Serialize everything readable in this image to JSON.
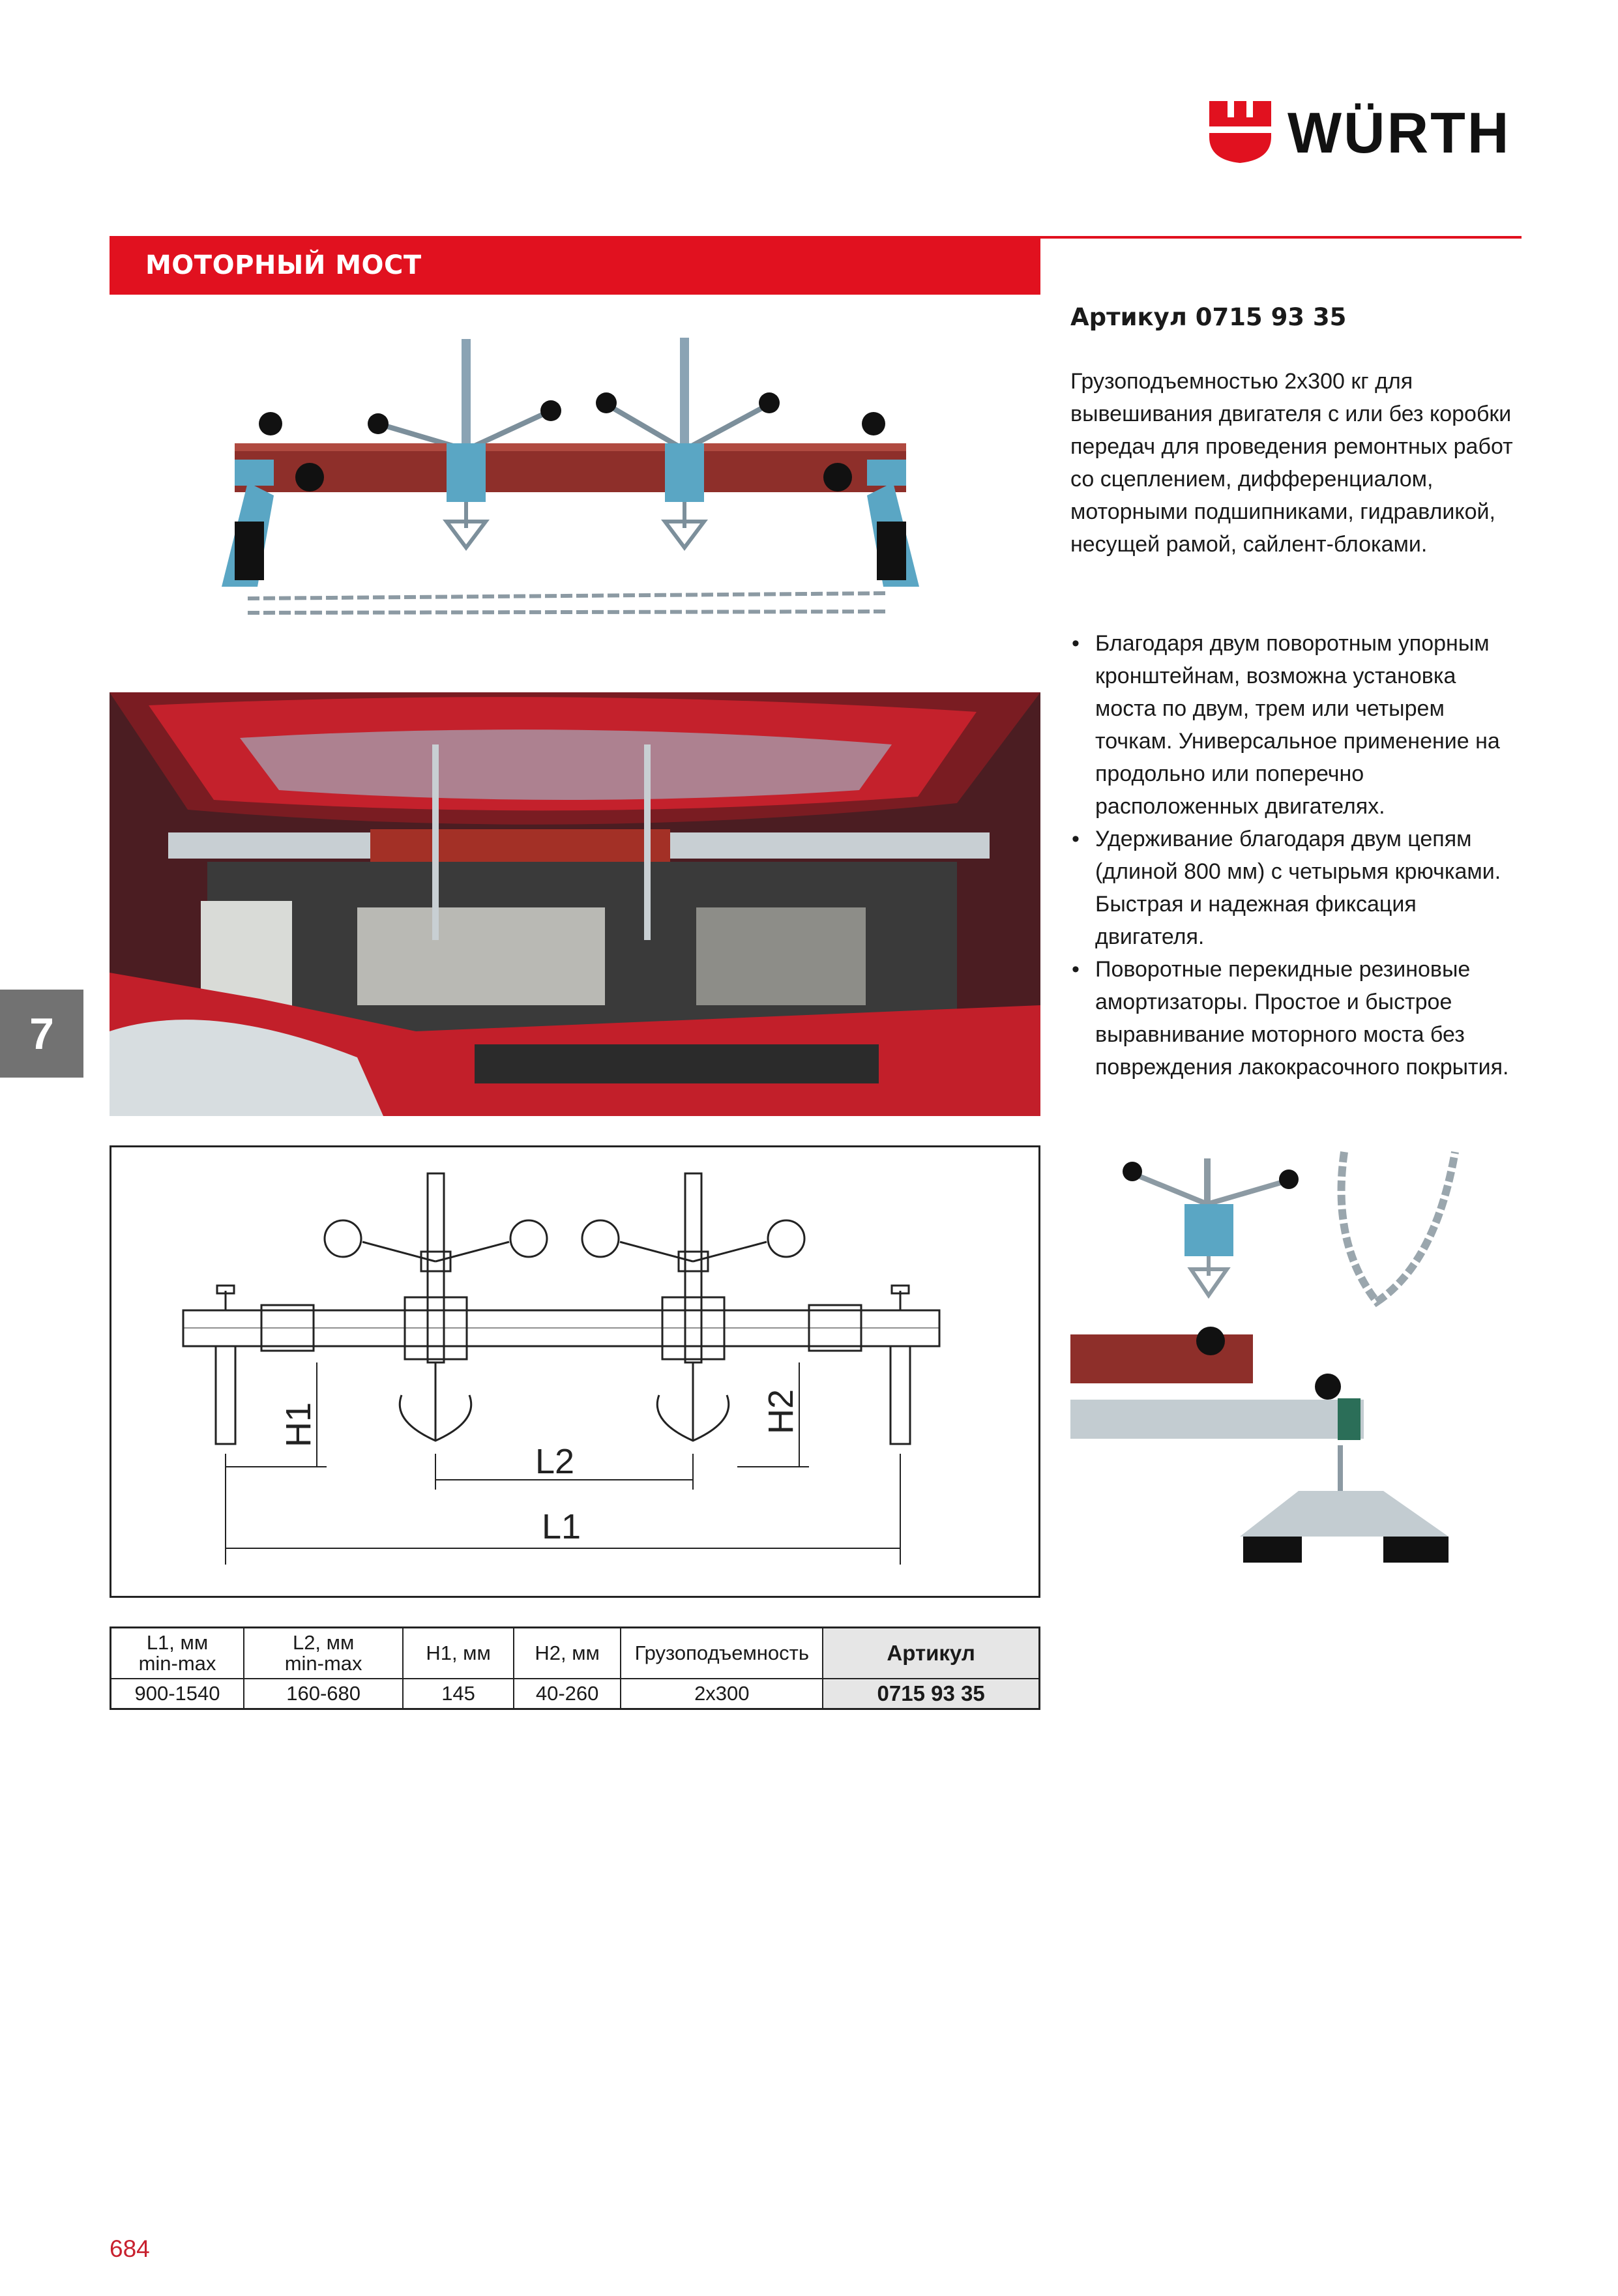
{
  "brand": {
    "name": "WÜRTH",
    "color": "#e1111f"
  },
  "section": {
    "title": "МОТОРНЫЙ МОСТ"
  },
  "article": {
    "heading": "Артикул 0715 93 35"
  },
  "intro": "Грузоподъемностью 2х300 кг для вывешивания двигателя с или без коробки передач для проведения ремонтных работ со сцеплением, дифференциалом, моторными подшипниками, гидравликой, несущей рамой, сайлент-блоками.",
  "features": [
    "Благодаря двум поворотным упорным кронштейнам, возможна установка моста по двум, трем или четырем точкам. Универсальное применение на продольно или поперечно расположенных двигателях.",
    "Удерживание благодаря двум цепям (длиной 800 мм) с четырьмя крючками. Быстрая и надежная фиксация двигателя.",
    "Поворотные перекидные резиновые амортизаторы. Простое и быстрое выравнивание моторного моста без повреждения лакокрасочного покрытия."
  ],
  "bullet": "•",
  "chapter_tab": "7",
  "drawing": {
    "label_h1": "H1",
    "label_h2": "H2",
    "label_l1": "L1",
    "label_l2": "L2"
  },
  "table": {
    "headers": [
      {
        "main": "L1, мм",
        "sub": "min-max"
      },
      {
        "main": "L2, мм",
        "sub": "min-max"
      },
      {
        "main": "H1, мм",
        "sub": ""
      },
      {
        "main": "H2, мм",
        "sub": ""
      },
      {
        "main": "Грузоподъемность",
        "sub": ""
      },
      {
        "main": "Артикул",
        "sub": ""
      }
    ],
    "row": [
      "900-1540",
      "160-680",
      "145",
      "40-260",
      "2x300",
      "0715 93 35"
    ]
  },
  "page_number": "684"
}
